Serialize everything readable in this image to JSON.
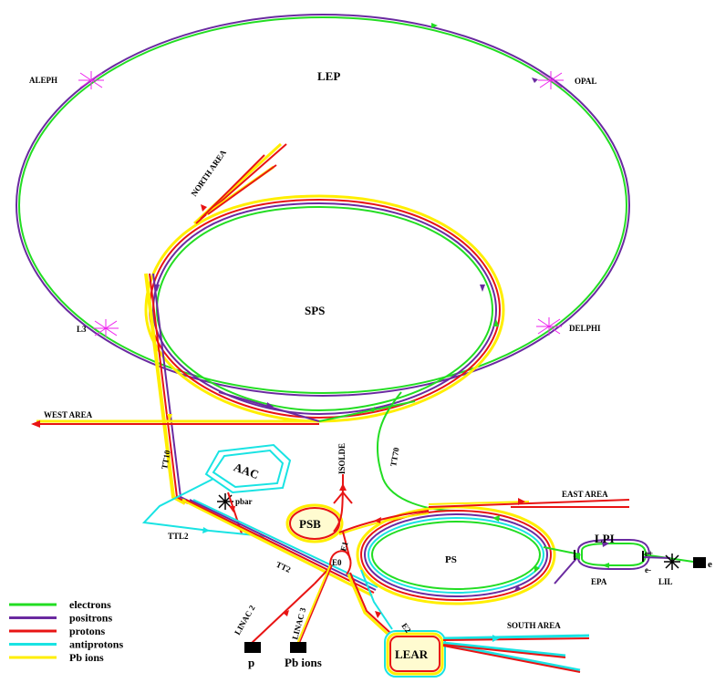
{
  "colors": {
    "electrons": "#22dd22",
    "positrons": "#6a2aa0",
    "protons": "#e81414",
    "antiprotons": "#19e3e3",
    "pb_ions": "#ffee00",
    "experiment_marker": "#ee22ee",
    "ink": "#000000"
  },
  "rings": {
    "lep": "LEP",
    "sps": "SPS",
    "ps": "PS",
    "psb": "PSB",
    "lear": "LEAR",
    "aac": "AAC",
    "lpi": "LPI",
    "epa": "EPA",
    "lil": "LIL"
  },
  "experiments": {
    "aleph": "ALEPH",
    "opal": "OPAL",
    "l3": "L3",
    "delphi": "DELPHI"
  },
  "areas": {
    "north": "NORTH AREA",
    "west": "WEST AREA",
    "east": "EAST AREA",
    "south": "SOUTH AREA",
    "isolde": "ISOLDE"
  },
  "lines": {
    "tt10": "TT10",
    "tt70": "TT70",
    "ttl2": "TTL2",
    "tt2": "TT2",
    "e0": "E0",
    "e1": "E1",
    "e2": "E2",
    "linac2": "LINAC 2",
    "linac3": "LINAC 3",
    "pbar": "pbar",
    "e_plus": "e+",
    "e_minus": "e-"
  },
  "sources": {
    "protons": "p",
    "pb_ions": "Pb ions",
    "electrons": "e"
  },
  "legend": [
    {
      "label": "electrons",
      "color": "#22dd22"
    },
    {
      "label": "positrons",
      "color": "#6a2aa0"
    },
    {
      "label": "protons",
      "color": "#e81414"
    },
    {
      "label": "antiprotons",
      "color": "#19e3e3"
    },
    {
      "label": "Pb ions",
      "color": "#ffee00"
    }
  ]
}
